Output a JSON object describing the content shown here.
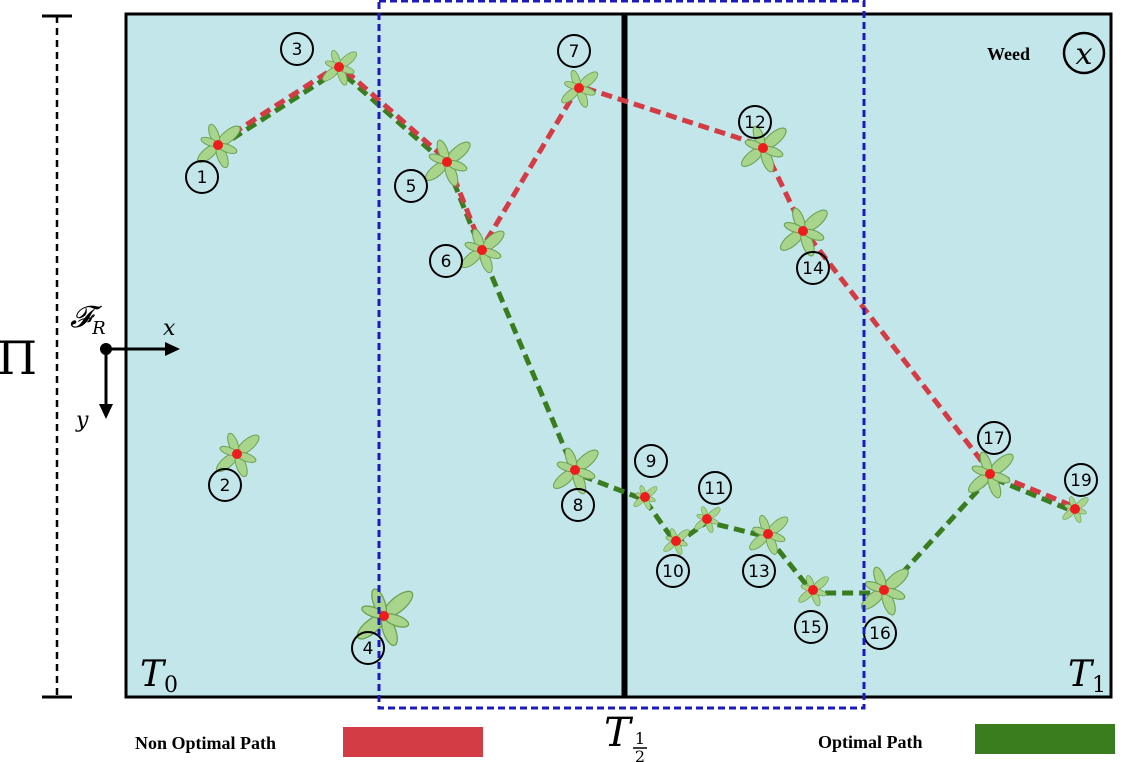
{
  "colors": {
    "field_fill": "#c3e6eb",
    "non_optimal": "#d33c44",
    "optimal": "#3a7d1e",
    "window_dash": "#1b1bbd",
    "weed_red": "#ee1c1c",
    "leaf": "#a9d48c",
    "leaf_dark": "#6aa251"
  },
  "labels": {
    "row_symbol": "Π",
    "frame_symbol": "𝓕",
    "frame_sub": "R",
    "axis_x": "x",
    "axis_y": "y",
    "tile_0": "T",
    "tile_0_sub": "0",
    "tile_1": "T",
    "tile_1_sub": "1",
    "window": "T",
    "window_sub_num": "1",
    "window_sub_den": "2",
    "weed_legend": "Weed",
    "weed_symbol": "x"
  },
  "legend": {
    "non_optimal_label": "Non Optimal Path",
    "optimal_label": "Optimal Path"
  },
  "weeds": [
    {
      "id": "1"
    },
    {
      "id": "2"
    },
    {
      "id": "3"
    },
    {
      "id": "4"
    },
    {
      "id": "5"
    },
    {
      "id": "6"
    },
    {
      "id": "7"
    },
    {
      "id": "8"
    },
    {
      "id": "9"
    },
    {
      "id": "10"
    },
    {
      "id": "11"
    },
    {
      "id": "12"
    },
    {
      "id": "13"
    },
    {
      "id": "14"
    },
    {
      "id": "15"
    },
    {
      "id": "16"
    },
    {
      "id": "17"
    },
    {
      "id": "19"
    }
  ],
  "paths": {
    "non_optimal": [
      "1",
      "3",
      "5",
      "6",
      "7",
      "12",
      "14",
      "17",
      "19"
    ],
    "optimal": [
      "1",
      "3",
      "5",
      "6",
      "8",
      "9",
      "10",
      "11",
      "13",
      "15",
      "16",
      "17",
      "19"
    ]
  }
}
